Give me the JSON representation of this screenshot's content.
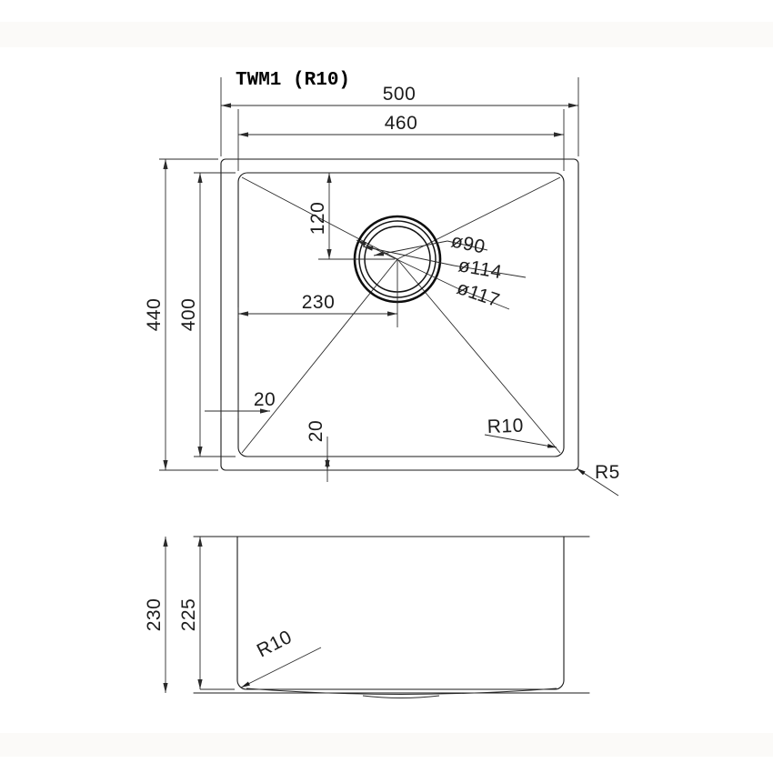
{
  "document": {
    "kind": "technical-drawing",
    "title": "TWM1 (R10)"
  },
  "plan_view": {
    "dimensions": {
      "overall_width": "500",
      "inner_width": "460",
      "overall_depth": "440",
      "inner_depth": "400",
      "drain_offset_from_left": "230",
      "drain_offset_from_top": "120",
      "rim_offset_left": "20",
      "rim_offset_bottom": "20"
    },
    "drain": {
      "inner_diameter": "ø90",
      "mid_diameter": "ø114",
      "outer_diameter": "ø117"
    },
    "radii": {
      "inner_corner": "R10",
      "outer_corner": "R5"
    }
  },
  "elevation_view": {
    "dimensions": {
      "overall_height": "230",
      "bowl_depth": "225"
    },
    "radii": {
      "bottom_corner": "R10"
    }
  },
  "colors": {
    "line": "#1a1a1a",
    "thin_line": "#2b2b2b",
    "background": "#ffffff",
    "band": "#fbfaf8"
  }
}
